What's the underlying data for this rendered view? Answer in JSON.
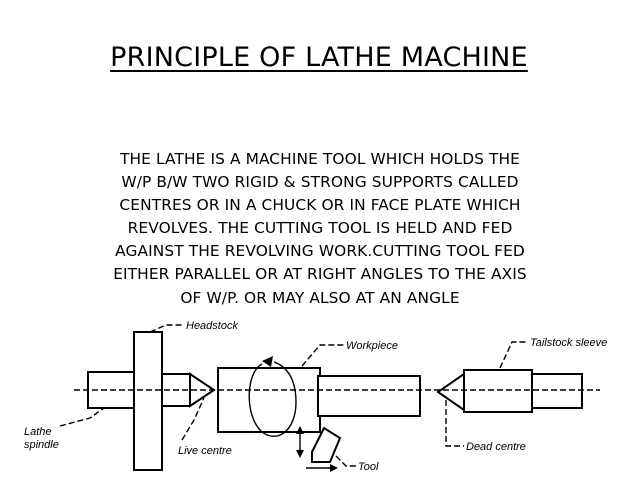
{
  "title": "PRINCIPLE OF LATHE MACHINE",
  "paragraph": [
    "THE LATHE IS A MACHINE TOOL WHICH HOLDS THE",
    "W/P B/W TWO RIGID & STRONG SUPPORTS CALLED",
    "CENTRES OR IN A CHUCK OR IN FACE PLATE WHICH",
    "REVOLVES. THE CUTTING TOOL IS HELD AND FED",
    "AGAINST THE REVOLVING WORK.CUTTING TOOL FED",
    "EITHER PARALLEL OR AT RIGHT ANGLES TO THE AXIS",
    "OF W/P. OR MAY ALSO AT AN ANGLE"
  ],
  "diagram": {
    "labels": {
      "headstock": "Headstock",
      "workpiece": "Workpiece",
      "tailstock_sleeve": "Tailstock sleeve",
      "lathe": "Lathe",
      "spindle": "spindle",
      "live_centre": "Live centre",
      "tool": "Tool",
      "dead_centre": "Dead centre"
    }
  }
}
